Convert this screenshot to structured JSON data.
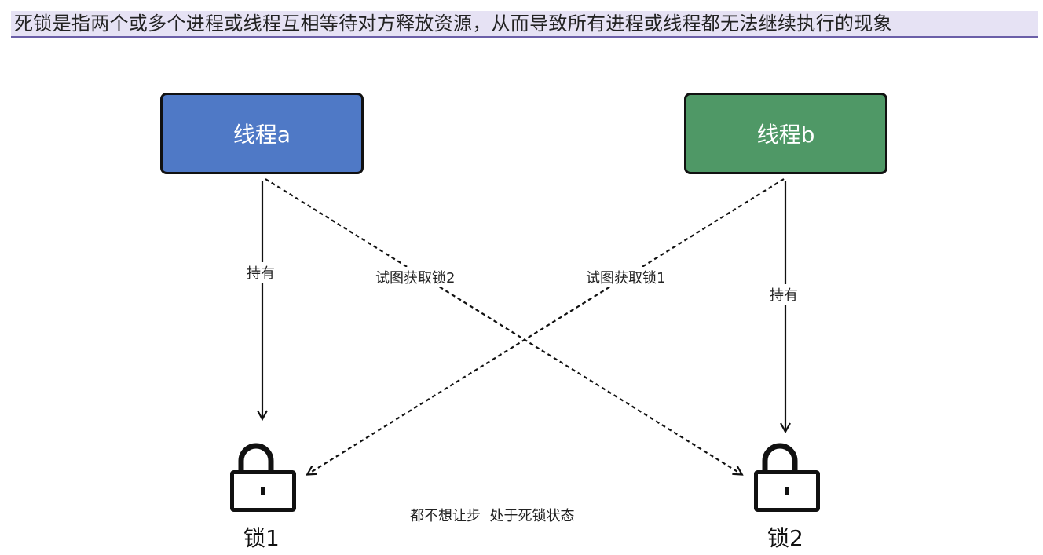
{
  "title": "死锁是指两个或多个进程或线程互相等待对方释放资源，从而导致所有进程或线程都无法继续执行的现象",
  "colors": {
    "title_bg": "#e6e2f4",
    "title_underline": "#6b5fa8",
    "thread_a": "#4f79c6",
    "thread_b": "#4f9866",
    "stroke": "#111111"
  },
  "threads": [
    {
      "id": "a",
      "label": "线程a"
    },
    {
      "id": "b",
      "label": "线程b"
    }
  ],
  "locks": [
    {
      "id": "1",
      "label": "锁1",
      "icon": "padlock-icon"
    },
    {
      "id": "2",
      "label": "锁2",
      "icon": "padlock-icon"
    }
  ],
  "edges": [
    {
      "from": "线程a",
      "to": "锁1",
      "label": "持有",
      "style": "solid"
    },
    {
      "from": "线程a",
      "to": "锁2",
      "label": "试图获取锁2",
      "style": "dashed"
    },
    {
      "from": "线程b",
      "to": "锁1",
      "label": "试图获取锁1",
      "style": "dashed"
    },
    {
      "from": "线程b",
      "to": "锁2",
      "label": "持有",
      "style": "solid"
    }
  ],
  "note": "都不想让步  处于死锁状态"
}
